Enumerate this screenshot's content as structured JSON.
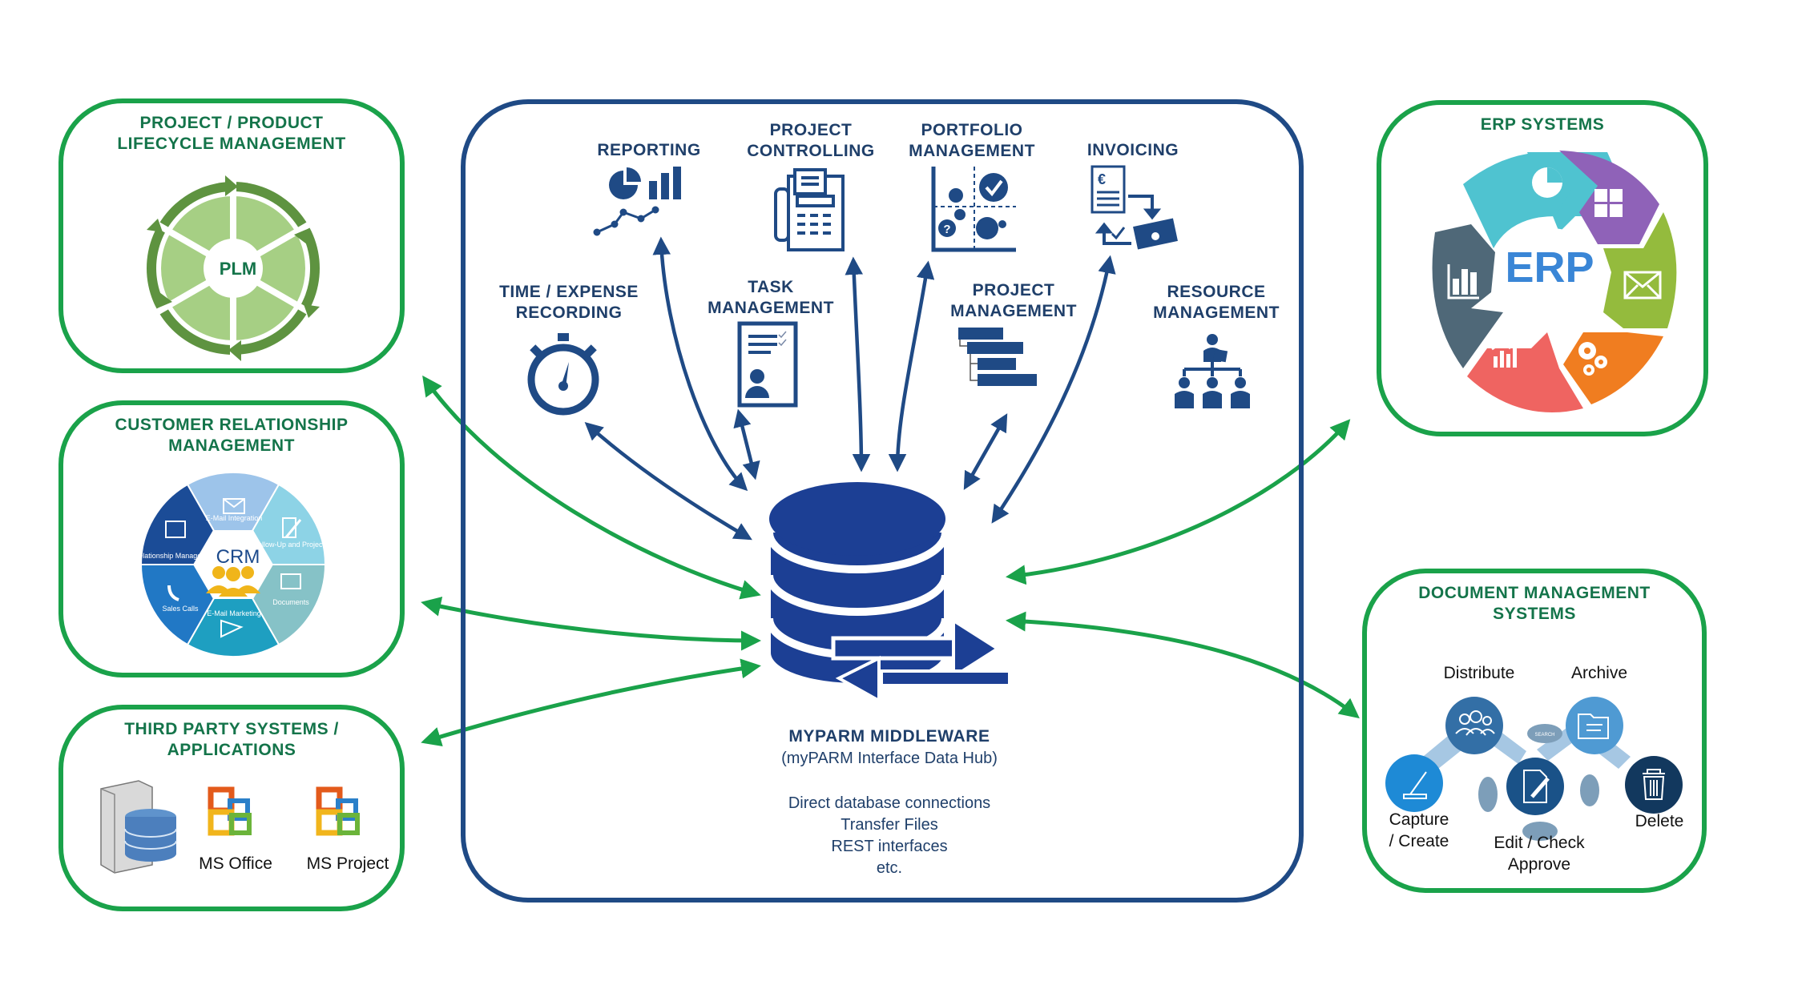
{
  "colors": {
    "green": "#1aa24a",
    "green_text": "#14744a",
    "navy": "#1f4a85",
    "db_blue": "#1c3f94"
  },
  "external_systems": {
    "plm": {
      "title": "PROJECT / PRODUCT\nLIFECYCLE MANAGEMENT",
      "center_label": "PLM"
    },
    "crm": {
      "title": "CUSTOMER RELATIONSHIP\nMANAGEMENT",
      "center_label": "CRM",
      "segments": [
        "E-Mail Integration",
        "Follow-Up and Projects",
        "Documents",
        "E-Mail Marketing",
        "Sales Calls",
        "Relationship Management"
      ]
    },
    "third_party": {
      "title": "THIRD PARTY SYSTEMS /\nAPPLICATIONS",
      "apps": [
        "MS Office",
        "MS Project"
      ]
    },
    "erp": {
      "title": "ERP SYSTEMS",
      "center_label": "ERP"
    },
    "dms": {
      "title": "DOCUMENT MANAGEMENT\nSYSTEMS",
      "steps": [
        "Distribute",
        "Archive",
        "Capture\n/ Create",
        "Edit / Check\nApprove",
        "Delete"
      ],
      "bubble_label": "SEARCH"
    }
  },
  "modules": [
    {
      "id": "reporting",
      "title": "REPORTING",
      "icon": "reporting-chart-icon"
    },
    {
      "id": "project-controlling",
      "title": "PROJECT\nCONTROLLING",
      "icon": "calculator-receipt-icon"
    },
    {
      "id": "portfolio-management",
      "title": "PORTFOLIO\nMANAGEMENT",
      "icon": "portfolio-matrix-icon"
    },
    {
      "id": "invoicing",
      "title": "INVOICING",
      "icon": "invoice-euro-icon"
    },
    {
      "id": "time-expense",
      "title": "TIME / EXPENSE\nRECORDING",
      "icon": "stopwatch-icon"
    },
    {
      "id": "task-management",
      "title": "TASK\nMANAGEMENT",
      "icon": "task-list-icon"
    },
    {
      "id": "project-management",
      "title": "PROJECT\nMANAGEMENT",
      "icon": "gantt-icon"
    },
    {
      "id": "resource-management",
      "title": "RESOURCE\nMANAGEMENT",
      "icon": "org-chart-icon"
    }
  ],
  "middleware": {
    "title": "MYPARM MIDDLEWARE",
    "subtitle": "(myPARM Interface Data Hub)",
    "methods": [
      "Direct database connections",
      "Transfer Files",
      "REST interfaces",
      "etc."
    ]
  }
}
